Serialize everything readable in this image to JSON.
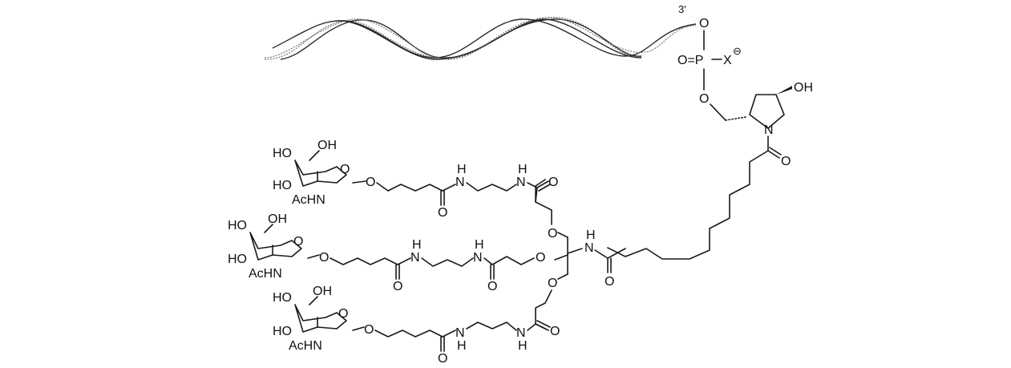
{
  "figure": {
    "type": "chemical-structure",
    "description": "Triantennary GalNAc ligand conjugated via C12 linker and hydroxyprolinol phosphate to 3' end of double-stranded oligonucleotide",
    "colors": {
      "ink": "#1a1a1a",
      "background": "#ffffff"
    }
  },
  "dna": {
    "end_label": "3′"
  },
  "phosphate": {
    "o_top": "O",
    "p_double_o": "O=P",
    "x_group": "X",
    "charge": "⊖",
    "o_bottom": "O"
  },
  "pyrrolidine": {
    "oh": "OH",
    "n": "N",
    "carbonyl_o": "O"
  },
  "sugars": [
    {
      "ho4": "HO",
      "oh6": "OH",
      "ring_o": "O",
      "ho3": "HO",
      "achn": "AcHN",
      "glyco_o": "O"
    },
    {
      "ho4": "HO",
      "oh6": "OH",
      "ring_o": "O",
      "ho3": "HO",
      "achn": "AcHN",
      "glyco_o": "O"
    },
    {
      "ho4": "HO",
      "oh6": "OH",
      "ring_o": "O",
      "ho3": "HO",
      "achn": "AcHN",
      "glyco_o": "O"
    }
  ],
  "arms": [
    {
      "amide_o": "O",
      "nh1": "N",
      "h1": "H",
      "nh2": "N",
      "h2": "H",
      "amide2_o": "O",
      "ether_o": "O"
    },
    {
      "amide_o": "O",
      "nh1": "N",
      "h1": "H",
      "nh2": "N",
      "h2": "H",
      "amide2_o": "O",
      "ether_o": "O"
    },
    {
      "amide_o": "O",
      "nh1": "N",
      "h1": "H",
      "nh2": "N",
      "h2": "H",
      "amide2_o": "O",
      "ether_o": "O"
    }
  ],
  "core": {
    "nh": "N",
    "h": "H",
    "amide_o": "O"
  }
}
